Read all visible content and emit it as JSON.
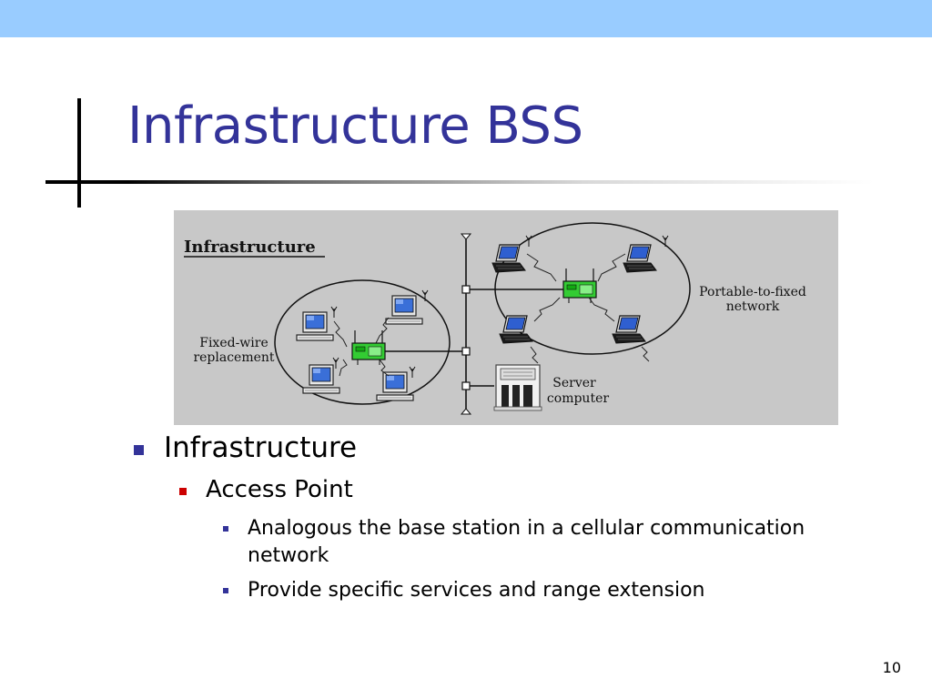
{
  "slide": {
    "title": "Infrastructure BSS",
    "page_number": "10"
  },
  "figure": {
    "heading": "Infrastructure",
    "left_label_line1": "Fixed-wire",
    "left_label_line2": "replacement",
    "right_label_line1": "Portable-to-fixed",
    "right_label_line2": "network",
    "server_label_line1": "Server",
    "server_label_line2": "computer"
  },
  "bullets": {
    "level1": "Infrastructure",
    "level2": "Access Point",
    "level3": [
      "Analogous the base station in a cellular communication network",
      "Provide specific services and range extension"
    ]
  },
  "colors": {
    "top_band": "#99ccff",
    "title": "#333399",
    "bullet_level1": "#333399",
    "bullet_level2": "#cc0000",
    "access_point": "#33cc33"
  }
}
